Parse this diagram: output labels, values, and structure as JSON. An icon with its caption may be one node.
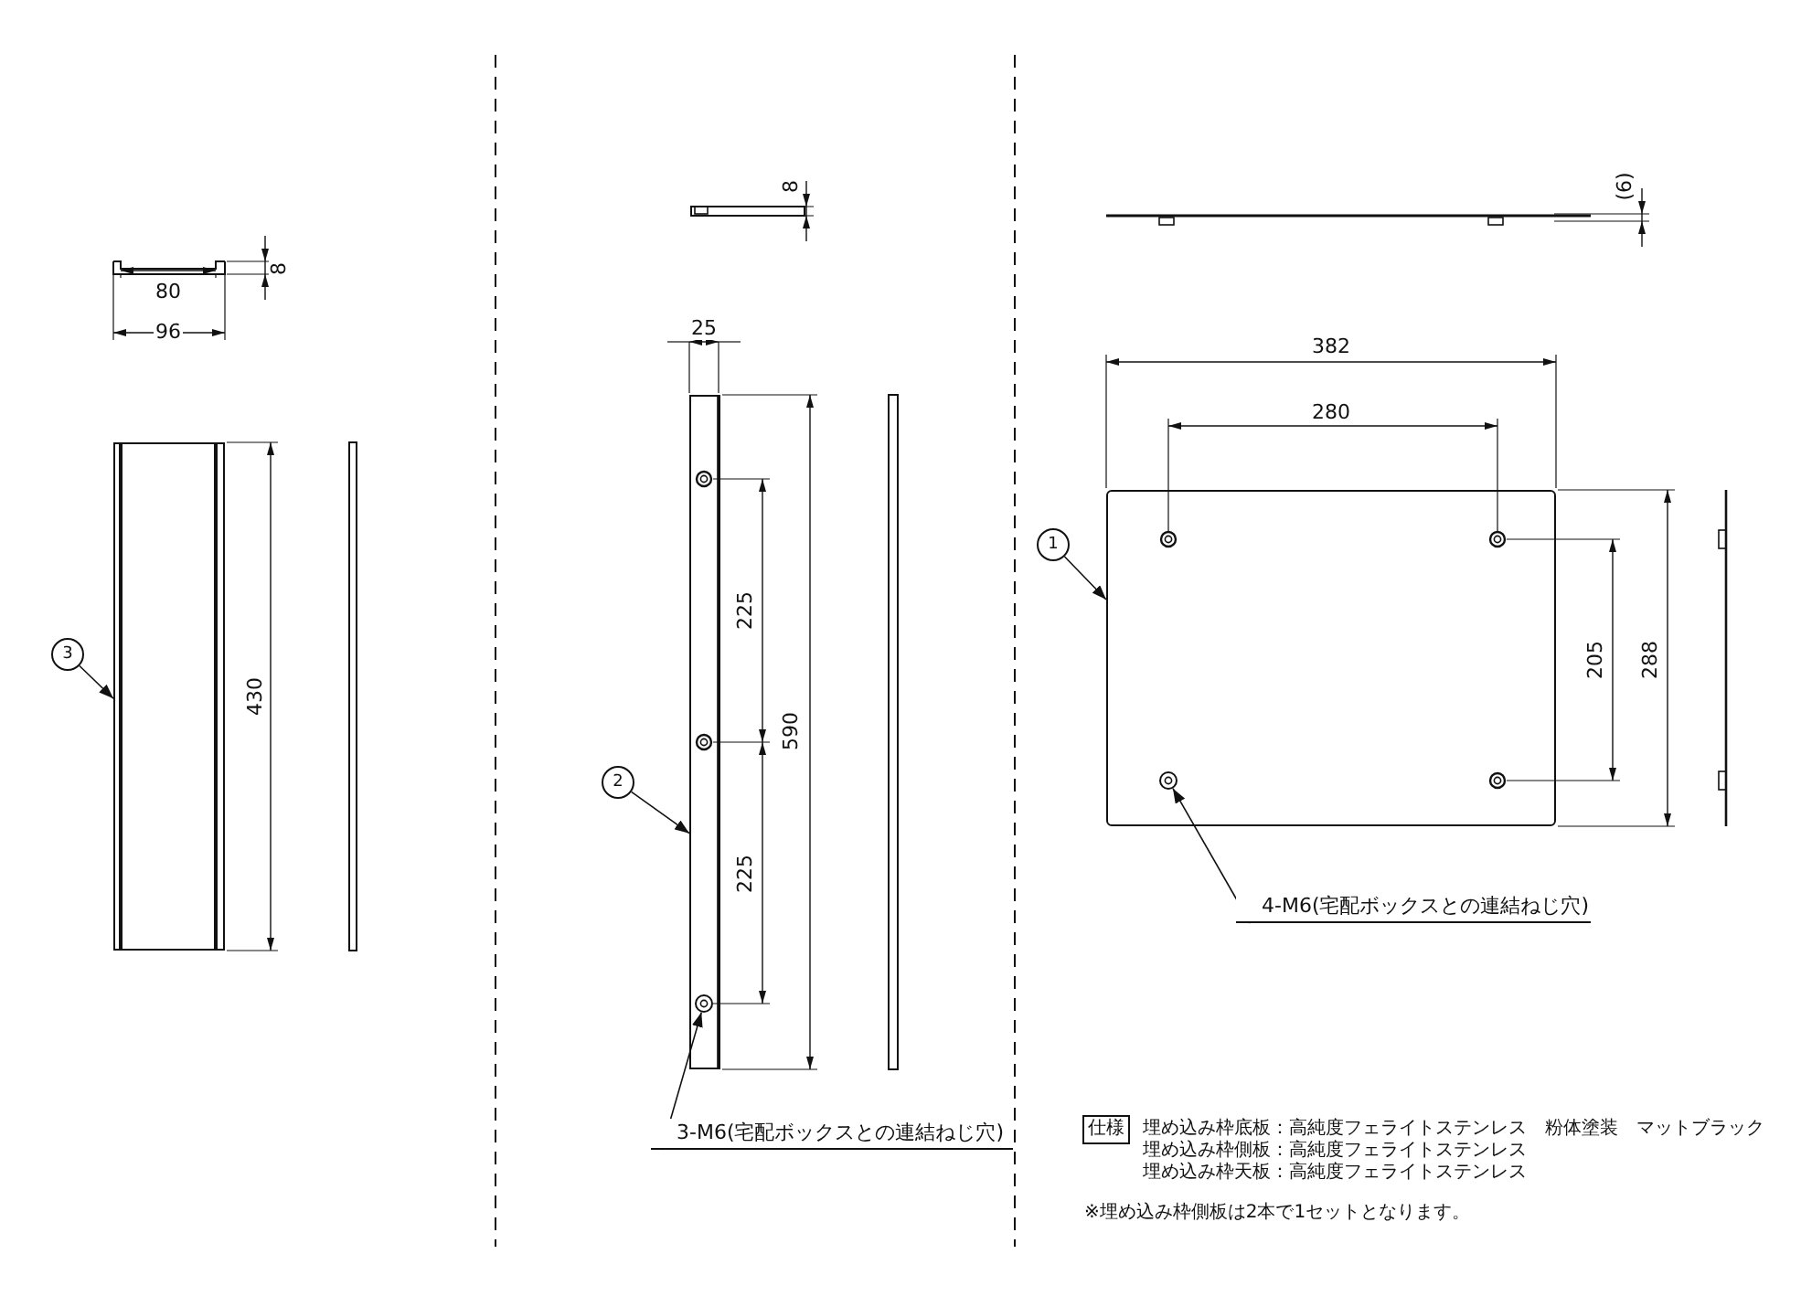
{
  "diagram": {
    "nodes": [
      {
        "text": [
          "3"
        ]
      },
      {
        "text": [],
        "shape": "box"
      },
      {
        "text": [
          "2"
        ]
      },
      {
        "text": [],
        "shape": "box"
      },
      {
        "text": [],
        "shape": "circle",
        "in": 3
      },
      {
        "text": [
          "3-M6(宅配ボックスとの連結ねじ穴)"
        ]
      },
      {
        "text": [
          "1"
        ]
      },
      {
        "text": [],
        "shape": "box"
      },
      {
        "text": [],
        "shape": "circle",
        "in": 7
      },
      {
        "text": [
          "4-M6(宅配ボックスとの連結ねじ穴)"
        ]
      },
      {
        "text": [
          "仕様"
        ]
      }
    ],
    "edges": [
      {
        "from": 0,
        "to": 1,
        "arrow": "to"
      },
      {
        "from": 2,
        "to": 3,
        "arrow": "to"
      },
      {
        "from": 5,
        "to": 4,
        "arrow": "to"
      },
      {
        "from": 6,
        "to": 7,
        "arrow": "to"
      },
      {
        "from": 9,
        "to": 8,
        "arrow": "to"
      }
    ],
    "labels": [
      "8",
      "80",
      "96",
      "430",
      "8",
      "25",
      "225",
      "590",
      "225",
      "(6)",
      "382",
      "280",
      "205",
      "288",
      "埋め込み枠底板：高純度フェライトステンレス　粉体塗装　マットブラック",
      "埋め込み枠側板：高純度フェライトステンレス",
      "埋め込み枠天板：高純度フェライトステンレス",
      "※埋め込み枠側板は2本で1セットとなります。"
    ]
  }
}
